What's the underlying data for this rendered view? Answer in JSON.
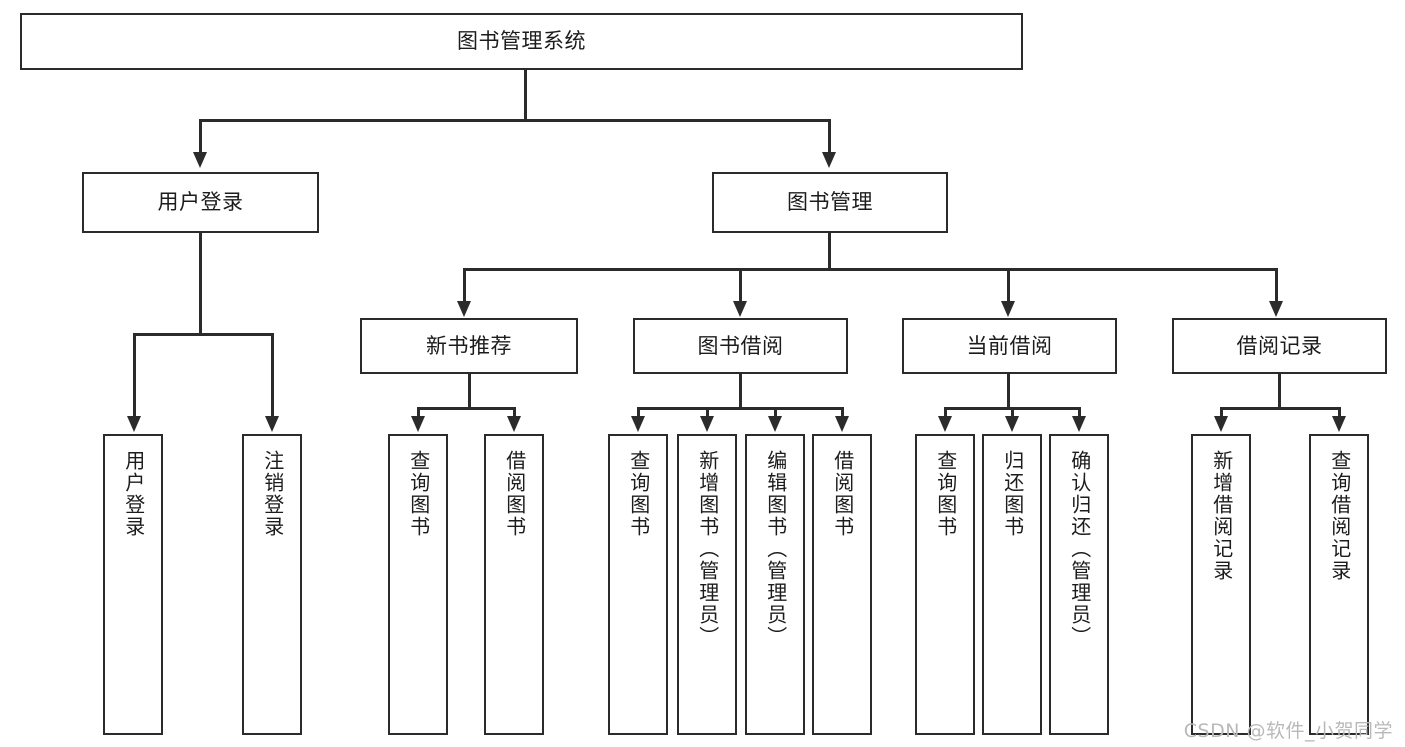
{
  "diagram": {
    "type": "tree",
    "title": "图书管理系统",
    "watermark": "CSDN @软件_小贺同学",
    "root": {
      "id": "root",
      "label": "图书管理系统"
    },
    "level1": [
      {
        "id": "user-login",
        "label": "用户登录"
      },
      {
        "id": "book-manage",
        "label": "图书管理"
      }
    ],
    "level2": [
      {
        "id": "new-book-rec",
        "label": "新书推荐",
        "parent": "book-manage"
      },
      {
        "id": "book-borrow",
        "label": "图书借阅",
        "parent": "book-manage"
      },
      {
        "id": "current-borrow",
        "label": "当前借阅",
        "parent": "book-manage"
      },
      {
        "id": "borrow-record",
        "label": "借阅记录",
        "parent": "book-manage"
      }
    ],
    "leaves": [
      {
        "id": "leaf-user-login",
        "label": "用户登录",
        "parent": "user-login"
      },
      {
        "id": "leaf-user-logout",
        "label": "注销登录",
        "parent": "user-login"
      },
      {
        "id": "leaf-rec-query-book",
        "label": "查询图书",
        "parent": "new-book-rec"
      },
      {
        "id": "leaf-rec-borrow-book",
        "label": "借阅图书",
        "parent": "new-book-rec"
      },
      {
        "id": "leaf-borrow-query-book",
        "label": "查询图书",
        "parent": "book-borrow"
      },
      {
        "id": "leaf-borrow-add-book",
        "label": "新增图书（管理员）",
        "parent": "book-borrow"
      },
      {
        "id": "leaf-borrow-edit-book",
        "label": "编辑图书（管理员）",
        "parent": "book-borrow"
      },
      {
        "id": "leaf-borrow-borrow-book",
        "label": "借阅图书",
        "parent": "book-borrow"
      },
      {
        "id": "leaf-current-query-book",
        "label": "查询图书",
        "parent": "current-borrow"
      },
      {
        "id": "leaf-current-return-book",
        "label": "归还图书",
        "parent": "current-borrow"
      },
      {
        "id": "leaf-current-confirm-return",
        "label": "确认归还（管理员）",
        "parent": "current-borrow"
      },
      {
        "id": "leaf-record-add",
        "label": "新增借阅记录",
        "parent": "borrow-record"
      },
      {
        "id": "leaf-record-query",
        "label": "查询借阅记录",
        "parent": "borrow-record"
      }
    ],
    "colors": {
      "stroke": "#2b2b2b",
      "fill": "#ffffff",
      "text": "#1c1c1c",
      "watermark": "#b9b9b9"
    }
  }
}
